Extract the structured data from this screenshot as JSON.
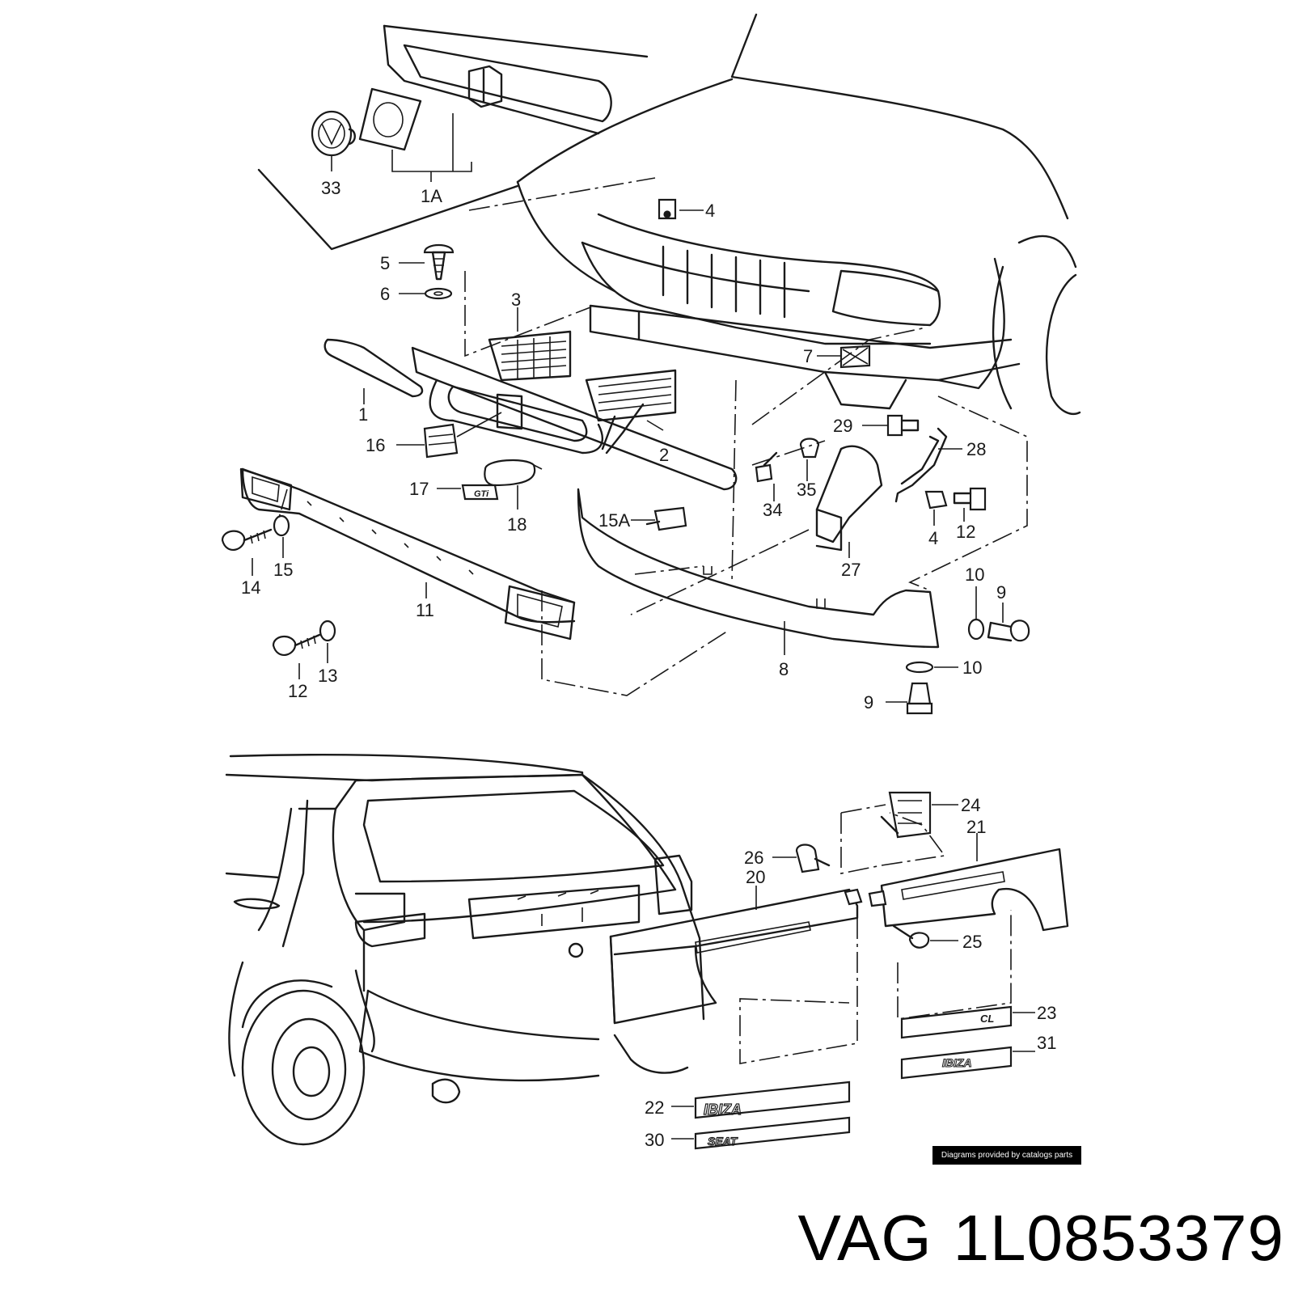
{
  "callouts": {
    "c33": "33",
    "c1A": "1A",
    "c4a": "4",
    "c5": "5",
    "c6": "6",
    "c3": "3",
    "c7": "7",
    "c1": "1",
    "c29": "29",
    "c28": "28",
    "c16": "16",
    "c2": "2",
    "c35": "35",
    "c34": "34",
    "c17": "17",
    "c18": "18",
    "c15A": "15A",
    "c4b": "4",
    "c12a": "12",
    "c27": "27",
    "c14": "14",
    "c15": "15",
    "c11": "11",
    "c10a": "10",
    "c9a": "9",
    "c8": "8",
    "c10b": "10",
    "c12b": "12",
    "c13": "13",
    "c9b": "9",
    "c24": "24",
    "c21": "21",
    "c26": "26",
    "c20": "20",
    "c25": "25",
    "c23": "23",
    "c31": "31",
    "c22": "22",
    "c30": "30"
  },
  "badges": {
    "gti": "GTi",
    "cl": "CL",
    "ibiza": "IBIZA",
    "seat": "SEAT"
  },
  "credit": "Diagrams provided by catalogs parts",
  "title": {
    "brand": "VAG",
    "part_number": "1L0853379"
  }
}
